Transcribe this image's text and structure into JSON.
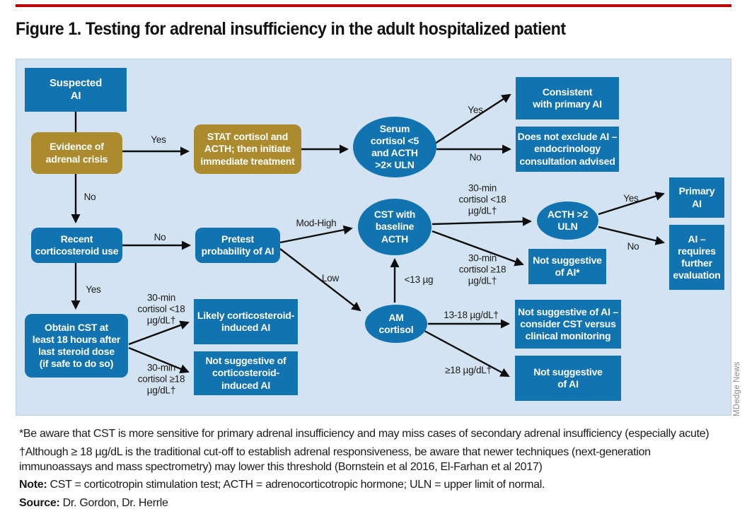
{
  "title": "Figure 1. Testing for adrenal insufficiency in the adult hospitalized patient",
  "credit": "MDedge News",
  "colors": {
    "box_blue": "#1173b0",
    "box_gold": "#ab8b2d",
    "panel_bg": "#d3e3f1",
    "top_rule_red": "#c00000"
  },
  "nodes": {
    "suspected": "Suspected\nAI",
    "evidence": "Evidence of\nadrenal crisis",
    "stat": "STAT cortisol and\nACTH; then initiate\nimmediate treatment",
    "serum": "Serum\ncortisol <5\nand ACTH\n>2× ULN",
    "consistent": "Consistent\nwith primary AI",
    "not_exclude": "Does not exclude AI –\nendocrinology\nconsultation advised",
    "recent": "Recent\ncorticosteroid use",
    "pretest": "Pretest\nprobability of AI",
    "cst": "CST with\nbaseline\nACTH",
    "acth": "ACTH >2\nULN",
    "not_sugg_star": "Not suggestive\nof AI*",
    "primary": "Primary\nAI",
    "ai_requires": "AI –\nrequires\nfurther\nevaluation",
    "obtain": "Obtain CST at\nleast 18 hours after\nlast steroid dose\n(if safe to do so)",
    "likely": "Likely corticosteroid-\ninduced AI",
    "not_sugg_cortico": "Not suggestive of\ncorticosteroid-\ninduced AI",
    "am": "AM\ncortisol",
    "not_sugg_consider": "Not suggestive of AI –\nconsider CST versus\nclinical monitoring",
    "not_sugg_ai": "Not suggestive\nof AI"
  },
  "labels": {
    "yes_crisis": "Yes",
    "no_crisis": "No",
    "yes_serum": "Yes",
    "no_serum": "No",
    "no_recent": "No",
    "yes_recent": "Yes",
    "mod_high": "Mod-High",
    "low": "Low",
    "lt13": "<13 µg",
    "left_lt18": "30-min\ncortisol <18\nµg/dL†",
    "left_ge18": "30-min\ncortisol ≥18\nµg/dL†",
    "mid_lt18": "30-min\ncortisol <18\nµg/dL†",
    "mid_ge18": "30-min\ncortisol ≥18\nµg/dL†",
    "yes_acth": "Yes",
    "no_acth": "No",
    "r1318": "13-18 µg/dL†",
    "ge18": "≥18 µg/dL†"
  },
  "footnotes": {
    "fn1": "*Be aware that CST is more sensitive for primary adrenal insufficiency and may miss cases of secondary adrenal insufficiency (especially acute)",
    "fn2_line1": "†Although ≥ 18 µg/dL is the traditional cut-off to establish adrenal responsiveness, be aware that newer techniques (next-generation",
    "fn2_line2": "immunoassays and mass spectrometry) may lower this threshold (Bornstein et al 2016, El-Farhan et al 2017)",
    "note_label": "Note:",
    "note_text": " CST = corticotropin stimulation test; ACTH = adrenocorticotropic hormone; ULN = upper limit of normal.",
    "source_label": "Source:",
    "source_text": " Dr. Gordon, Dr. Herrle"
  }
}
